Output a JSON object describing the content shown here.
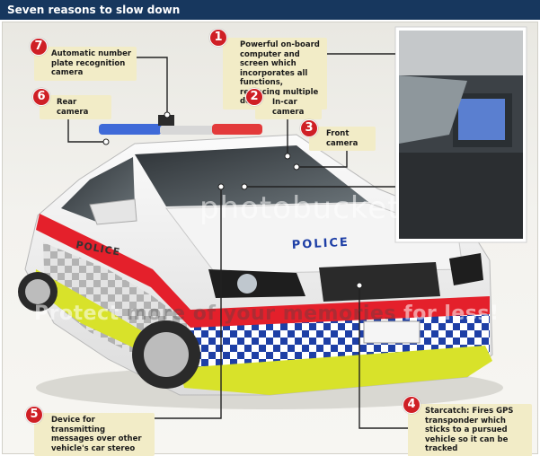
{
  "header": {
    "title": "Seven reasons to slow down"
  },
  "callouts": [
    {
      "number": "1",
      "text": "Powerful on-board computer and screen which incorporates all functions, replacing multiple devices"
    },
    {
      "number": "2",
      "text": "In-car camera"
    },
    {
      "number": "3",
      "text": "Front camera"
    },
    {
      "number": "4",
      "text": "Starcatch: Fires GPS transponder which sticks to a pursued vehicle so it can be tracked"
    },
    {
      "number": "5",
      "text": "Device for transmitting messages over other vehicle's car stereo"
    },
    {
      "number": "6",
      "text": "Rear camera"
    },
    {
      "number": "7",
      "text": "Automatic number plate recognition camera"
    }
  ],
  "car": {
    "side_label": "POLICE",
    "hood_label": "POLICE"
  },
  "watermark": {
    "logo": "photobucket",
    "text_a": "Protect ",
    "text_b": "more of your memories",
    "text_c": " for less!"
  },
  "colors": {
    "header_bg": "#17375e",
    "badge_red": "#cf1f25",
    "callout_bg": "#f2ecc7",
    "police_blue": "#1e3fa6",
    "stripe_red": "#e4202b",
    "stripe_yellow": "#d8e22a"
  }
}
